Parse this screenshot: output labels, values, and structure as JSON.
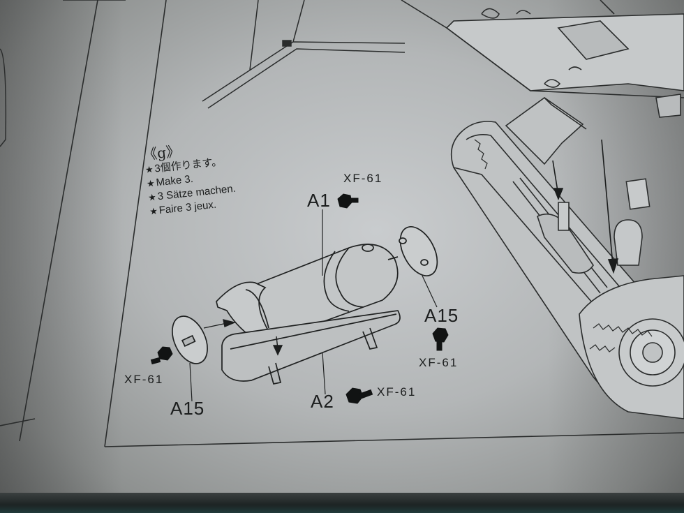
{
  "step": {
    "label": "《g》"
  },
  "instructions": {
    "star": "★",
    "items": [
      "3個作ります。",
      "Make 3.",
      "3 Sätze machen.",
      "Faire 3 jeux."
    ]
  },
  "parts": {
    "a1": "A1",
    "a2": "A2",
    "a15_left": "A15",
    "a15_right": "A15"
  },
  "paint": {
    "code": "XF-61"
  },
  "colors": {
    "paper": "#b9bcbd",
    "ink": "#1b1d1d",
    "table": "#1f3333"
  }
}
